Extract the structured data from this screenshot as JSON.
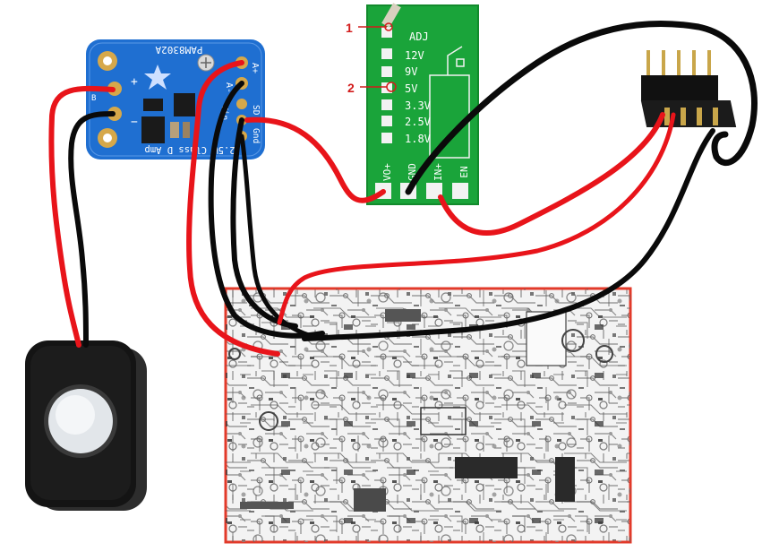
{
  "colors": {
    "wire_red": "#e8141a",
    "wire_black": "#0a0a0a",
    "amp_board": "#1f6fd1",
    "regulator_board": "#1aa43a",
    "pcb_outline": "#e23a2a",
    "callout": "#d21b1b"
  },
  "amplifier": {
    "title": "PAM8302A",
    "subtitle": "2.5W Class D Amp",
    "labels": {
      "b_plus": "+",
      "b_minus": "−",
      "a_plus": "A+",
      "a_minus": "A-",
      "vin": "Vin",
      "sd": "SD",
      "gnd": "Gnd",
      "b_label": "B"
    },
    "icons": [
      "star-logo-icon",
      "potentiometer-icon",
      "mounting-hole-icon"
    ]
  },
  "regulator": {
    "voltages": [
      "ADJ",
      "12V",
      "9V",
      "5V",
      "3.3V",
      "2.5V",
      "1.8V"
    ],
    "pins": [
      "VO+",
      "GND",
      "IN+",
      "EN"
    ]
  },
  "callouts": [
    {
      "number": "1",
      "target": "ADJ"
    },
    {
      "number": "2",
      "target": "5V"
    }
  ],
  "header": {
    "pin_count": "5"
  },
  "speaker": {
    "icon": "speaker-icon"
  },
  "main_pcb": {
    "icon": "pcb-traces-icon"
  }
}
